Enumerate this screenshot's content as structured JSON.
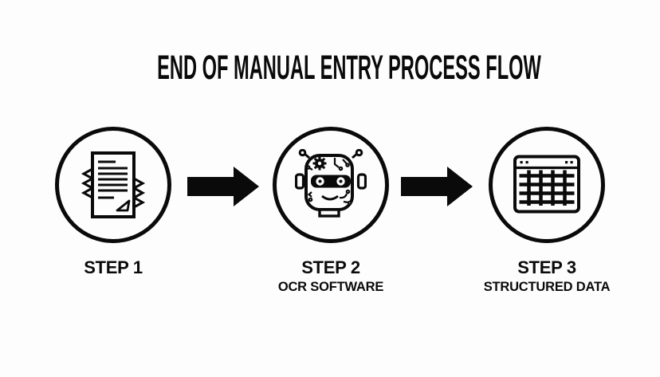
{
  "title": "END OF MANUAL ENTRY PROCESS FLOW",
  "colors": {
    "background": "#fdfdfd",
    "ink": "#0a0a0a"
  },
  "steps": [
    {
      "label": "STEP 1",
      "sublabel": "",
      "icon": "document-stack-icon"
    },
    {
      "label": "STEP 2",
      "sublabel": "OCR SOFTWARE",
      "icon": "ocr-robot-icon"
    },
    {
      "label": "STEP 3",
      "sublabel": "STRUCTURED DATA",
      "icon": "structured-data-table-icon"
    }
  ],
  "connectors": [
    {
      "icon": "arrow-right-icon"
    },
    {
      "icon": "arrow-right-icon"
    }
  ]
}
